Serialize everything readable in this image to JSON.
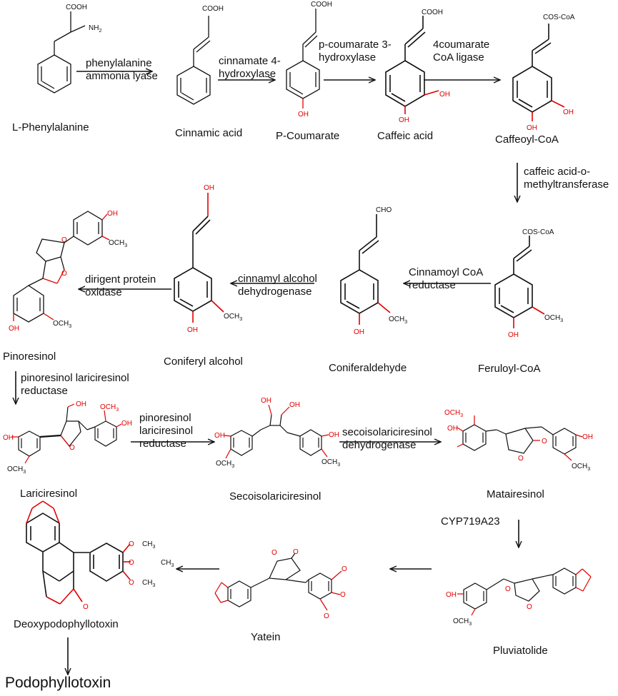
{
  "compounds": {
    "phe": "L-Phenylalanine",
    "cin": "Cinnamic acid",
    "pcou": "P-Coumarate",
    "caf": "Caffeic acid",
    "cafcoa": "Caffeoyl-CoA",
    "ferl": "Feruloyl-CoA",
    "conald": "Coniferaldehyde",
    "conalc": "Coniferyl alcohol",
    "pino": "Pinoresinol",
    "lari": "Lariciresinol",
    "seco": "Secoisolariciresinol",
    "mata": "Matairesinol",
    "pluv": "Pluviatolide",
    "yat": "Yatein",
    "deoxy": "Deoxypodophyllotoxin",
    "podo": "Podophyllotoxin"
  },
  "enzymes": {
    "pal": "phenylalanine\nammonia lyase",
    "c4h": "cinnamate 4-\nhydroxylase",
    "c3h": "p-coumarate 3-\nhydroxylase",
    "fourcl": "4coumarate\nCoA ligase",
    "comt": "caffeic acid-o-\nmethyltransferase",
    "ccr": "Cinnamoyl CoA\nreductase",
    "cad": "cinnamyl alcohol\ndehydrogenase",
    "dpo": "dirigent protein\noxidase",
    "plr1": "pinoresinol lariciresinol\nreductase",
    "plr2": "pinoresinol\nlariciresinol\nreductase",
    "sdh": "secoisolariciresinol\ndehydrogenase",
    "cyp": "CYP719A23"
  },
  "atoms": {
    "cooh": "COOH",
    "nh2": "NH2",
    "oh": "OH",
    "coscoa": "COS-CoA",
    "cho": "CHO",
    "och3": "OCH3",
    "o": "O",
    "ch3": "CH3"
  }
}
